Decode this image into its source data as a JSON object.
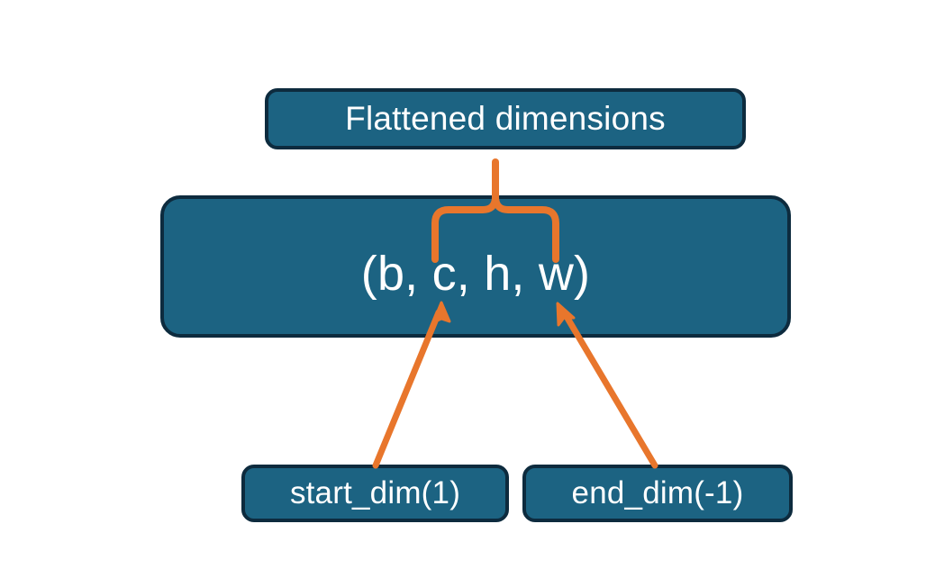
{
  "diagram": {
    "title_node": {
      "label": "Flattened dimensions",
      "name": "flattened-dimensions-box"
    },
    "tuple_node": {
      "label": "(b, c, h, w)",
      "name": "tensor-shape-tuple-box"
    },
    "start_node": {
      "label": "start_dim(1)",
      "name": "start-dim-box"
    },
    "end_node": {
      "label": "end_dim(-1)",
      "name": "end-dim-box"
    },
    "connectors": {
      "brace": "curly-brace-up",
      "arrow_left": "arrow-start-dim-to-c",
      "arrow_right": "arrow-end-dim-to-w"
    },
    "colors": {
      "box_fill": "#1c6382",
      "box_border": "#0d2b3e",
      "text": "#ffffff",
      "accent_orange": "#e8762c",
      "background": "#ffffff"
    }
  }
}
